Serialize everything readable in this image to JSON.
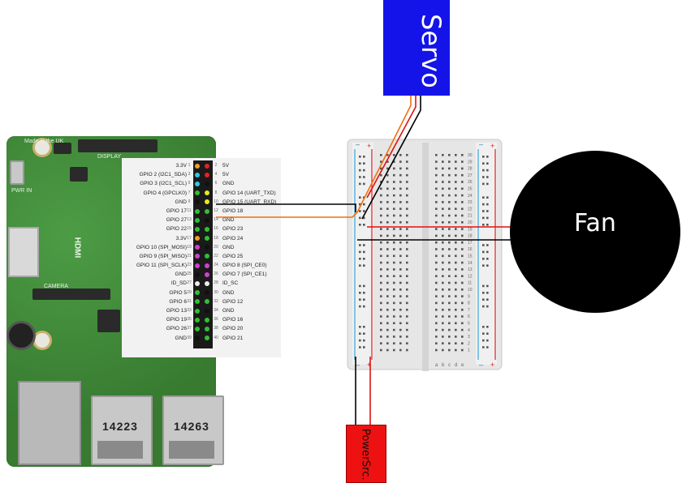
{
  "servo": {
    "label": "Servo",
    "color": "#1414e8"
  },
  "fan": {
    "label": "Fan",
    "color": "#000000"
  },
  "power_source": {
    "label_line1": "Power",
    "label_line2": "Src.",
    "color": "#ee1111"
  },
  "pi": {
    "usb_labels": [
      "14223",
      "14263"
    ],
    "silkscreen": [
      "DISPLAY",
      "HDMI",
      "CAMERA",
      "PWR IN",
      "Made in the UK"
    ]
  },
  "gpio_header": {
    "left_labels": [
      "3.3V",
      "GPIO 2 (I2C1_SDA)",
      "GPIO 3 (I2C1_SCL)",
      "GPIO 4 (GPCLK0)",
      "GND",
      "GPIO 17",
      "GPIO 27",
      "GPIO 22",
      "3.3V",
      "GPIO 10 (SPI_MOSI)",
      "GPIO 9 (SPI_MISO)",
      "GPIO 11 (SPI_SCLK)",
      "GND",
      "ID_SD",
      "GPIO 5",
      "GPIO 6",
      "GPIO 13",
      "GPIO 19",
      "GPIO 26",
      "GND"
    ],
    "right_labels": [
      "5V",
      "5V",
      "GND",
      "GPIO 14 (UART_TXD)",
      "GPIO 15 (UART_RXD)",
      "GPIO 18",
      "GND",
      "GPIO 23",
      "GPIO 24",
      "GND",
      "GPIO 25",
      "GPIO 8 (SPI_CE0)",
      "GPIO 7 (SPI_CE1)",
      "ID_SC",
      "GND",
      "GPIO 12",
      "GND",
      "GPIO 16",
      "GPIO 20",
      "GPIO 21"
    ],
    "left_numbers": [
      "1",
      "3",
      "5",
      "7",
      "9",
      "11",
      "13",
      "15",
      "17",
      "19",
      "21",
      "23",
      "25",
      "27",
      "29",
      "31",
      "33",
      "35",
      "37",
      "39"
    ],
    "right_numbers": [
      "2",
      "4",
      "6",
      "8",
      "10",
      "12",
      "14",
      "16",
      "18",
      "20",
      "22",
      "24",
      "26",
      "28",
      "30",
      "32",
      "34",
      "36",
      "38",
      "40"
    ],
    "left_colors": [
      "#f4a020",
      "#30c8e8",
      "#30c8e8",
      "#30c030",
      "#111111",
      "#30c030",
      "#30c030",
      "#30c030",
      "#f4a020",
      "#d040d0",
      "#d040d0",
      "#d040d0",
      "#111111",
      "#eeeeee",
      "#30c030",
      "#30c030",
      "#30c030",
      "#30c030",
      "#30c030",
      "#111111"
    ],
    "right_colors": [
      "#e82020",
      "#e82020",
      "#111111",
      "#e8e820",
      "#e8e820",
      "#30c030",
      "#111111",
      "#30c030",
      "#30c030",
      "#111111",
      "#30c030",
      "#d040d0",
      "#d040d0",
      "#eeeeee",
      "#111111",
      "#30c030",
      "#111111",
      "#30c030",
      "#30c030",
      "#30c030"
    ]
  },
  "breadboard": {
    "row_numbers_top": [
      "30",
      "29",
      "28",
      "27",
      "26",
      "25",
      "24",
      "23",
      "22",
      "21",
      "20",
      "19",
      "18",
      "17",
      "16",
      "15",
      "14",
      "13",
      "12",
      "11",
      "10",
      "9",
      "8",
      "7",
      "6",
      "5",
      "4",
      "3",
      "2",
      "1"
    ],
    "rail_signs": {
      "minus": "–",
      "plus": "+"
    },
    "column_letters_bottom": [
      "a",
      "b",
      "c",
      "d",
      "e"
    ]
  },
  "wire_colors": {
    "orange": "#f07010",
    "red": "#e01010",
    "black": "#000000"
  }
}
